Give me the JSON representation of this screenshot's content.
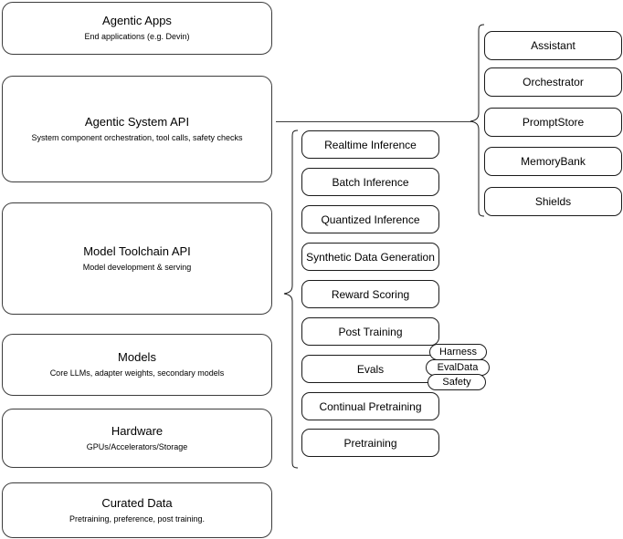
{
  "diagram": {
    "title": "AI stack layers diagram",
    "stroke_color": "#1a1a1a",
    "layer_stroke_color": "#3c3c3c",
    "background": "#ffffff"
  },
  "layers": [
    {
      "title": "Agentic Apps",
      "subtitle": "End applications (e.g. Devin)"
    },
    {
      "title": "Agentic System API",
      "subtitle": "System component orchestration, tool calls, safety checks"
    },
    {
      "title": "Model Toolchain API",
      "subtitle": "Model development & serving"
    },
    {
      "title": "Models",
      "subtitle": "Core LLMs, adapter weights, secondary models"
    },
    {
      "title": "Hardware",
      "subtitle": "GPUs/Accelerators/Storage"
    },
    {
      "title": "Curated Data",
      "subtitle": "Pretraining, preference, post training."
    }
  ],
  "toolchain_items": [
    {
      "label": "Realtime Inference"
    },
    {
      "label": "Batch Inference"
    },
    {
      "label": "Quantized Inference"
    },
    {
      "label": "Synthetic Data Generation"
    },
    {
      "label": "Reward Scoring"
    },
    {
      "label": "Post Training"
    },
    {
      "label": "Evals"
    },
    {
      "label": "Continual Pretraining"
    },
    {
      "label": "Pretraining"
    }
  ],
  "eval_pills": [
    {
      "label": "Harness"
    },
    {
      "label": "EvalData"
    },
    {
      "label": "Safety"
    }
  ],
  "agentic_items": [
    {
      "label": "Assistant"
    },
    {
      "label": "Orchestrator"
    },
    {
      "label": "PromptStore"
    },
    {
      "label": "MemoryBank"
    },
    {
      "label": "Shields"
    }
  ]
}
